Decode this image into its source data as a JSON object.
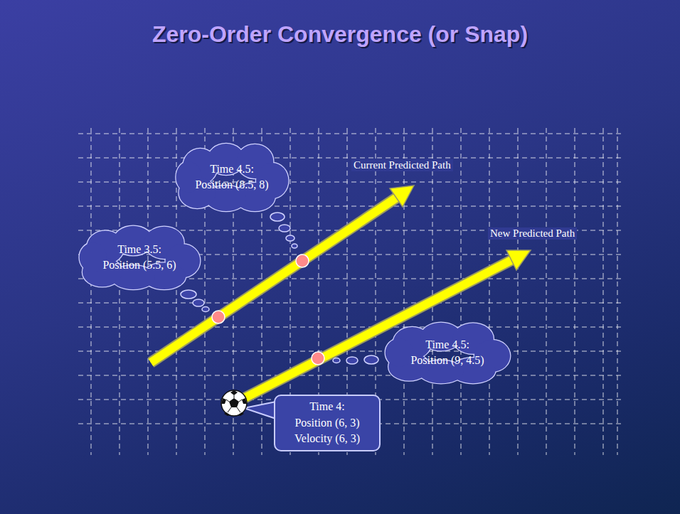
{
  "diagram": {
    "title": "Zero-Order Convergence (or Snap)",
    "nodes": [
      {
        "text": [
          "Time 4.5:",
          "Position (8.5, 8)"
        ]
      },
      {
        "text": [
          "Time 3.5:",
          "Position (5.5, 6)"
        ]
      },
      {
        "text": [
          "Time 4.5:",
          "Position (9, 4.5)"
        ]
      },
      {
        "text": [
          "Time 4:",
          "Position (6, 3)",
          "Velocity (6, 3)"
        ]
      }
    ],
    "labels": [
      "Current Predicted Path",
      "New Predicted Path"
    ]
  }
}
